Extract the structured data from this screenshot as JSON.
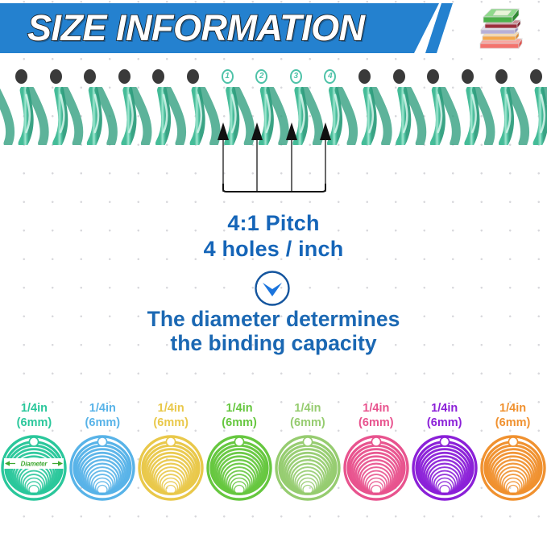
{
  "header": {
    "title": "SIZE INFORMATION",
    "banner_color": "#2481cf",
    "title_color": "#ffffff",
    "icon": "book-stack-icon"
  },
  "coil_strip": {
    "coil_color": "#49c39f",
    "dot_color": "#3a3a3a",
    "total_holes": 16,
    "numbered_holes": [
      "1",
      "2",
      "3",
      "4"
    ],
    "numbered_start_index": 6,
    "arrow_count": 4
  },
  "pitch": {
    "line1": "4:1 Pitch",
    "line2": "4 holes / inch",
    "text_color": "#1565b8",
    "chevron_icon": "chevron-down-icon"
  },
  "capacity": {
    "line1": "The diameter determines",
    "line2": "the binding capacity",
    "text_color": "#1b68b3"
  },
  "swatches": [
    {
      "size_in": "1/4in",
      "size_mm": "(6mm)",
      "color": "#2ac79b",
      "label": "Diameter",
      "has_diameter_badge": true
    },
    {
      "size_in": "1/4in",
      "size_mm": "(6mm)",
      "color": "#58b3e8",
      "has_diameter_badge": false
    },
    {
      "size_in": "1/4in",
      "size_mm": "(6mm)",
      "color": "#e9c84a",
      "has_diameter_badge": false
    },
    {
      "size_in": "1/4in",
      "size_mm": "(6mm)",
      "color": "#66c73f",
      "has_diameter_badge": false
    },
    {
      "size_in": "1/4in",
      "size_mm": "(6mm)",
      "color": "#96cc70",
      "has_diameter_badge": false
    },
    {
      "size_in": "1/4in",
      "size_mm": "(6mm)",
      "color": "#e8538e",
      "has_diameter_badge": false
    },
    {
      "size_in": "1/4in",
      "size_mm": "(6mm)",
      "color": "#8b20d8",
      "has_diameter_badge": false
    },
    {
      "size_in": "1/4in",
      "size_mm": "(6mm)",
      "color": "#f0912f",
      "has_diameter_badge": false
    }
  ]
}
